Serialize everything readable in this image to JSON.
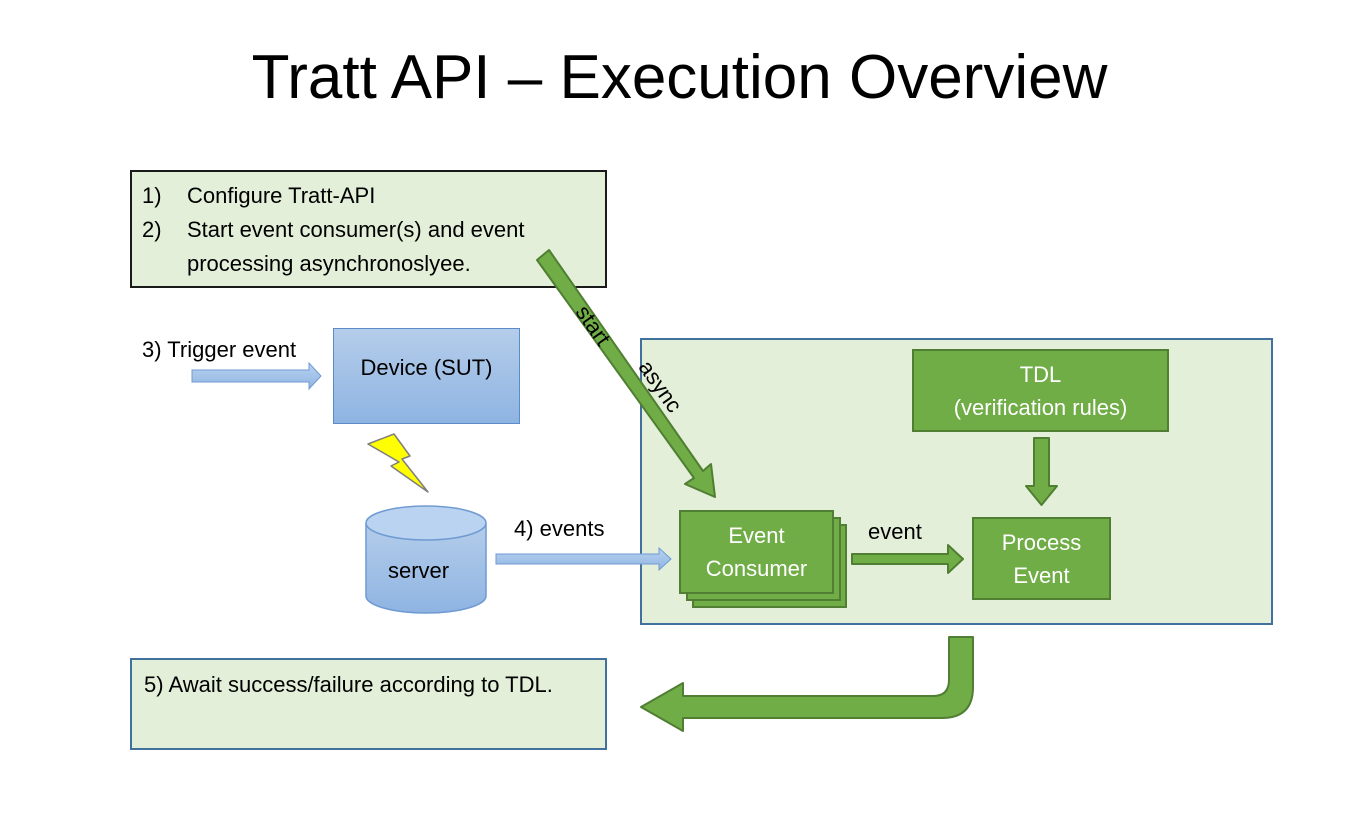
{
  "title": "Tratt API – Execution Overview",
  "steps_note": {
    "items": [
      {
        "num": "1)",
        "text": "Configure Tratt-API"
      },
      {
        "num": "2)",
        "text": "Start event consumer(s) and event processing asynchronoslyee."
      }
    ]
  },
  "trigger_label": "3) Trigger event",
  "device_label": "Device (SUT)",
  "server_label": "server",
  "events_label": "4) events",
  "start_label": "start",
  "async_label": "async",
  "tdl_box": {
    "line1": "TDL",
    "line2": "(verification rules)"
  },
  "event_consumer": {
    "line1": "Event",
    "line2": "Consumer"
  },
  "event_label": "event",
  "process_event": {
    "line1": "Process",
    "line2": "Event"
  },
  "await_note": "5) Await success/failure according to TDL.",
  "colors": {
    "green_fill": "#70ad47",
    "green_border": "#507e32",
    "light_green": "#e3efd9",
    "blue_border": "#41719c",
    "blue_fill": "#9dc3e6",
    "lightning": "#ffff00"
  }
}
